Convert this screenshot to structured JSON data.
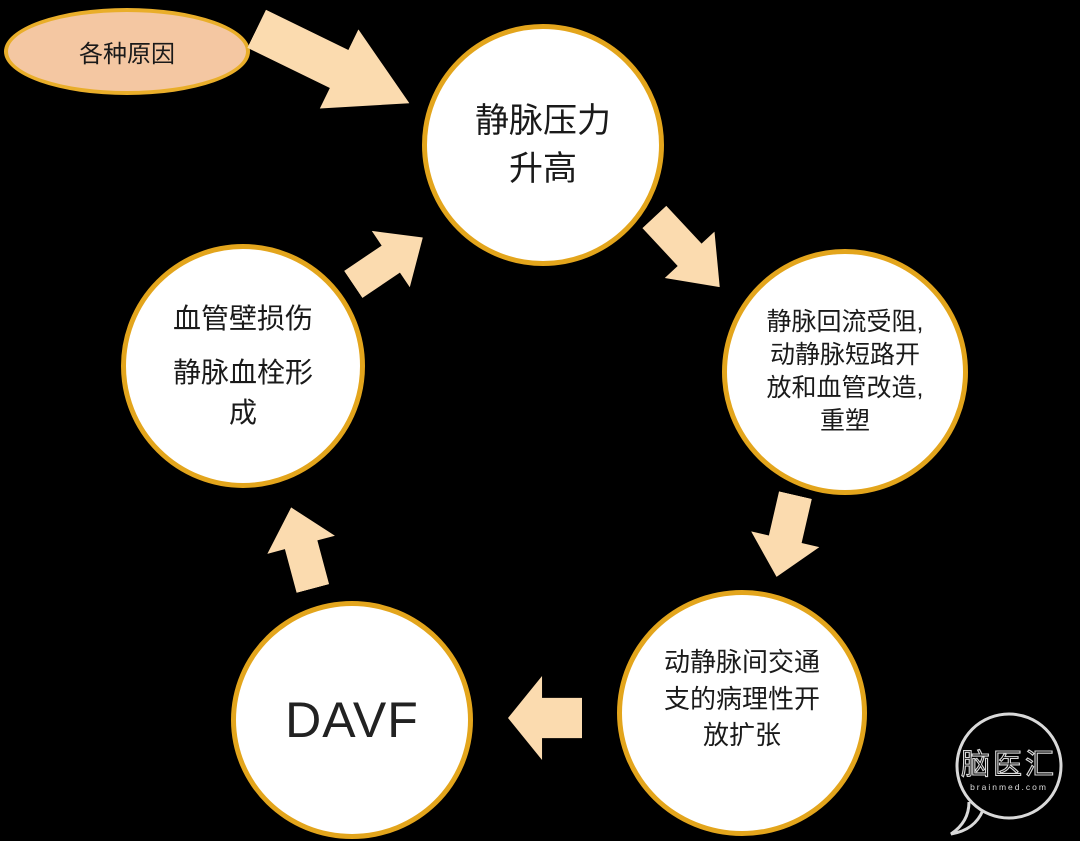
{
  "nodes": {
    "cause": {
      "label": "各种原因"
    },
    "venous_pressure": {
      "label": "静脉压力\n升高"
    },
    "venous_outflow": {
      "label": "静脉回流受阻,\n动静脉短路开\n放和血管改造,\n重塑"
    },
    "communicating_branches": {
      "label": "动静脉间交通\n支的病理性开\n放扩张"
    },
    "davf": {
      "label": "DAVF"
    },
    "vessel_injury": {
      "line1": "血管壁损伤",
      "line2": "静脉血栓形\n成"
    }
  },
  "arrows": [
    {
      "name": "cause-to-venous-pressure",
      "direction": "down-right"
    },
    {
      "name": "venous-pressure-to-outflow",
      "direction": "down-right"
    },
    {
      "name": "outflow-to-branches",
      "direction": "down-left"
    },
    {
      "name": "branches-to-davf",
      "direction": "left"
    },
    {
      "name": "davf-to-vessel-injury",
      "direction": "up-left"
    },
    {
      "name": "vessel-injury-to-venous-pressure",
      "direction": "up-right"
    }
  ],
  "watermark": {
    "brand": "脑医汇",
    "site": "brainmed.com"
  },
  "colors": {
    "background": "#000000",
    "circle_fill": "#FFFFFF",
    "circle_border": "#E3A51C",
    "ellipse_fill": "#F4C7A2",
    "ellipse_border": "#E9AE2A",
    "arrow_fill": "#FBDBAF",
    "text": "#1A1A1A"
  }
}
